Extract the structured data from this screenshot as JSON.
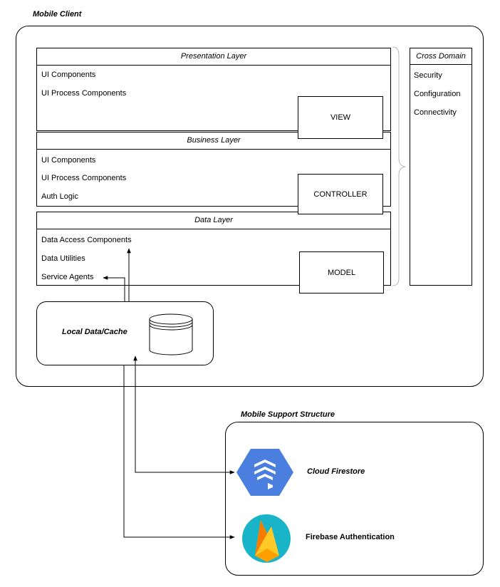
{
  "mobile_client": {
    "title": "Mobile Client",
    "presentation": {
      "header": "Presentation Layer",
      "items": [
        "UI Components",
        "UI Process Components"
      ],
      "component": "VIEW"
    },
    "business": {
      "header": "Business Layer",
      "items": [
        "UI Components",
        "UI Process Components",
        "Auth Logic"
      ],
      "component": "CONTROLLER"
    },
    "data": {
      "header": "Data Layer",
      "items": [
        "Data Access Components",
        "Data Utilities",
        "Service Agents"
      ],
      "component": "MODEL"
    },
    "cross_domain": {
      "header": "Cross Domain",
      "items": [
        "Security",
        "Configuration",
        "Connectivity"
      ]
    },
    "local_cache": "Local Data/Cache"
  },
  "support": {
    "title": "Mobile Support Structure",
    "firestore": "Cloud Firestore",
    "auth": "Firebase Authentication"
  },
  "colors": {
    "firestore_blue": "#4a7fe0",
    "firebase_teal": "#1ab4c8",
    "flame_yellow": "#ffca28",
    "flame_orange": "#f57c00"
  },
  "icons": [
    "database-icon",
    "cloud-firestore-icon",
    "firebase-icon"
  ]
}
